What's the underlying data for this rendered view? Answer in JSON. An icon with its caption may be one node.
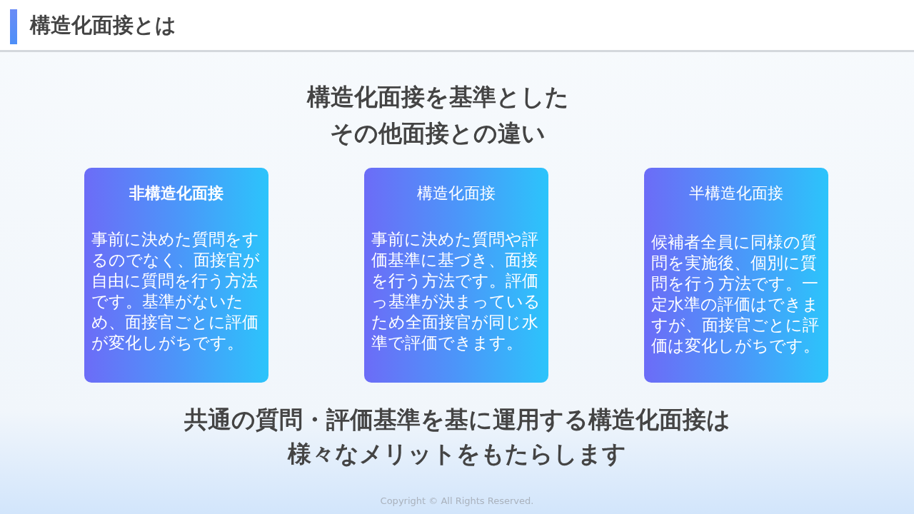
{
  "diagram": {
    "title": "構造化面接とは",
    "nodes": [
      {
        "text": [
          "非構造化面接",
          "事前に決めた質問をするのでなく、面接官が自由に質問を行う方法です。基準がないため、面接官ごとに評価が変化しがちです。"
        ]
      },
      {
        "text": [
          "構造化面接",
          "事前に決めた質問や評価基準に基づき、面接を行う方法です。評価っ基準が決まっているため全面接官が同じ水準で評価できます。"
        ]
      },
      {
        "text": [
          "半構造化面接",
          "候補者全員に同様の質問を実施後、個別に質問を行う方法です。一定水準の評価はできますが、面接官ごとに評価は変化しがちです。"
        ]
      }
    ],
    "edges": [],
    "labels": [
      "構造化面接を基準としたその他面接との違い",
      "共通の質問・評価基準を基に運用する構造化面接は様々なメリットをもたらします",
      "Copyright © All Rights Reserved."
    ]
  }
}
